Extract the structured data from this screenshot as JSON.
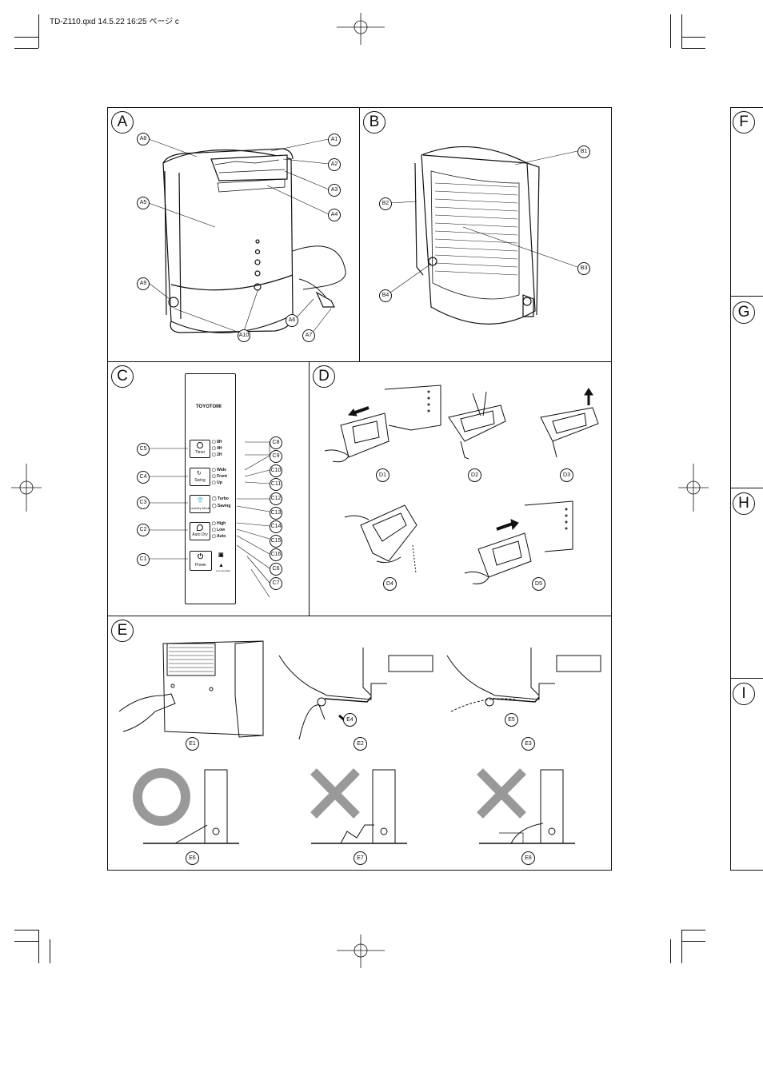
{
  "header": {
    "file_info": "TD-Z110.qxd  14.5.22 16:25  ページ c"
  },
  "panels": {
    "a": "A",
    "b": "B",
    "c": "C",
    "d": "D",
    "e": "E"
  },
  "side_tabs": [
    "F",
    "G",
    "H",
    "I"
  ],
  "callouts_a": [
    "A1",
    "A2",
    "A3",
    "A4",
    "A5",
    "A6",
    "A7",
    "A8",
    "A9",
    "A10"
  ],
  "callouts_b": [
    "B1",
    "B2",
    "B3",
    "B4"
  ],
  "callouts_c": [
    "C1",
    "C2",
    "C3",
    "C4",
    "C5",
    "C6",
    "C7",
    "C8",
    "C9",
    "C10",
    "C11",
    "C12",
    "C13",
    "C14",
    "C15",
    "C16"
  ],
  "captions_d": [
    "D1",
    "D2",
    "D3",
    "D4",
    "D5"
  ],
  "captions_e": [
    "E1",
    "E2",
    "E3",
    "E4",
    "E5",
    "E6",
    "E7",
    "E8"
  ],
  "control_panel": {
    "brand": "TOYOTOMI",
    "timer": {
      "label": "Timer",
      "options": [
        "8H",
        "4H",
        "2H"
      ]
    },
    "swing": {
      "label": "Swing",
      "options": [
        "Wide",
        "Front",
        "Up"
      ]
    },
    "laundry": {
      "label": "Laundry Mode",
      "options": [
        "Turbo",
        "Saving"
      ]
    },
    "autodry": {
      "label": "Auto Dry",
      "options": [
        "High",
        "Low",
        "Auto"
      ]
    },
    "power": {
      "label": "Power",
      "indicator_label": "Low Humidity"
    }
  }
}
